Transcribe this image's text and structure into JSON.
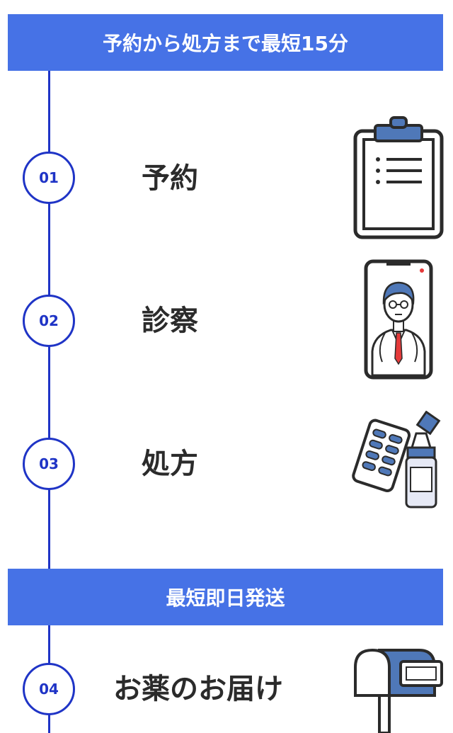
{
  "banners": {
    "top": "予約から処方まで最短15分",
    "middle": "最短即日発送"
  },
  "steps": [
    {
      "number": "01",
      "label": "予約",
      "icon": "clipboard-icon"
    },
    {
      "number": "02",
      "label": "診察",
      "icon": "doctor-phone-icon"
    },
    {
      "number": "03",
      "label": "処方",
      "icon": "medicine-icon"
    },
    {
      "number": "04",
      "label": "お薬のお届け",
      "icon": "mailbox-icon"
    }
  ],
  "colors": {
    "banner": "#4672e6",
    "timeline": "#1f34c6",
    "text": "#2b2b2b",
    "icon_blue": "#4f78b8"
  }
}
